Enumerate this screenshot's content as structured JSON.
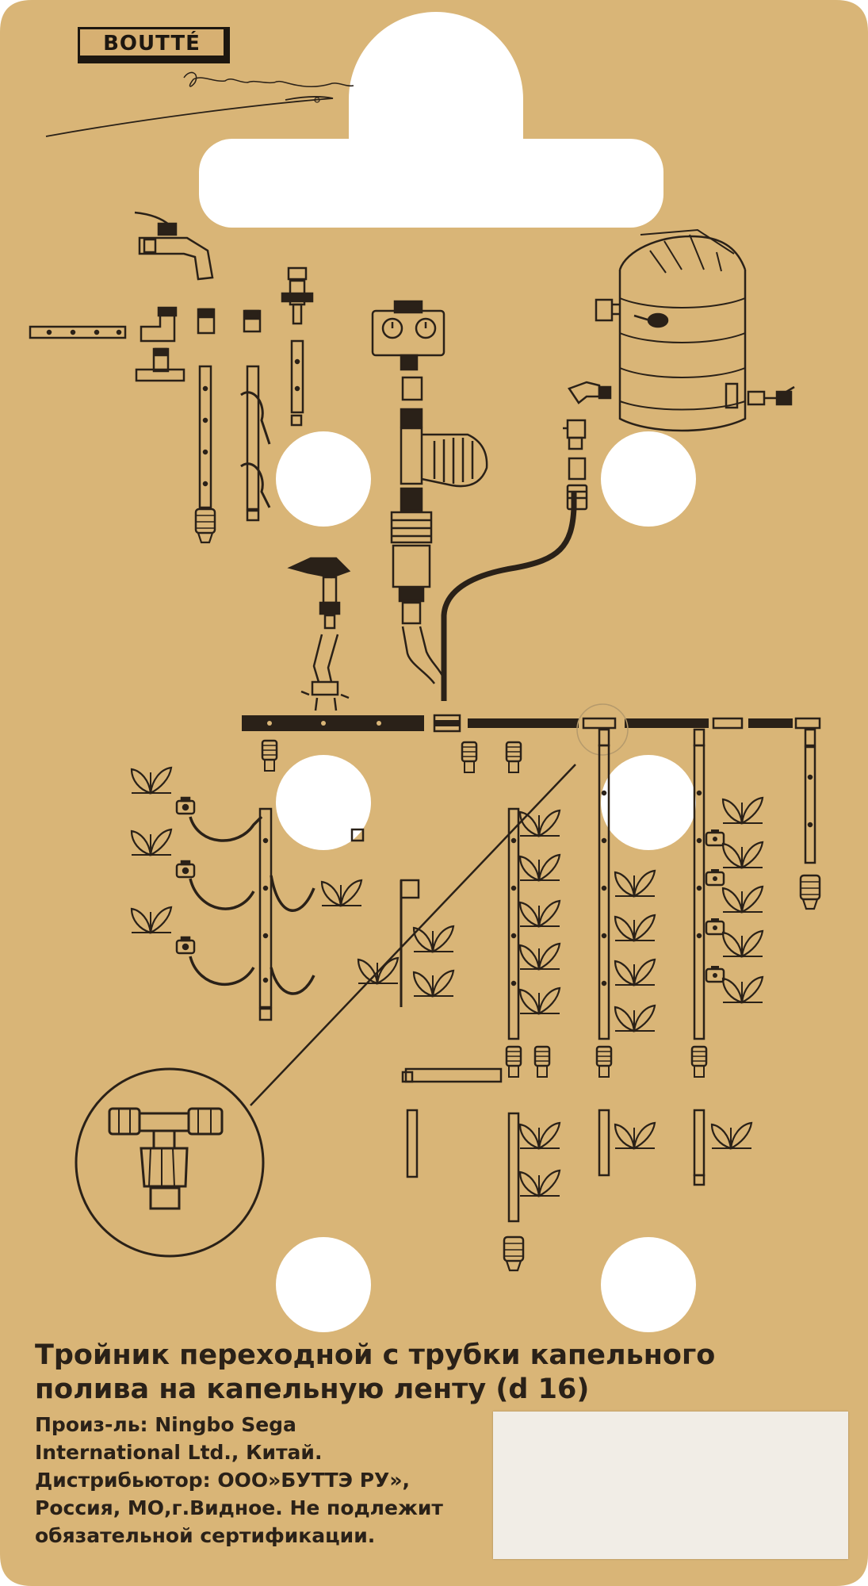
{
  "brand": {
    "name": "BOUTTÉ",
    "script_text": "Russia"
  },
  "product": {
    "title_line1": "Тройник переходной с трубки капельного",
    "title_line2": "полива на капельную ленту (d 16)"
  },
  "info": {
    "line1": "Произ-ль: Ningbo Sega",
    "line2": "International Ltd., Китай.",
    "line3": "Дистрибьютор: ООО»БУТТЭ РУ»,",
    "line4": "Россия, МО,г.Видное. Не подлежит",
    "line5": "обязательной сертификации."
  },
  "colors": {
    "card": "#d9b577",
    "ink": "#2a2118",
    "background": "#ffffff",
    "sticker": "#f1ede6"
  },
  "icons": [
    "faucet-icon",
    "water-tank-icon",
    "timer-controller-icon",
    "filter-icon",
    "sprinkler-icon",
    "plant-icon",
    "tee-connector-icon"
  ]
}
